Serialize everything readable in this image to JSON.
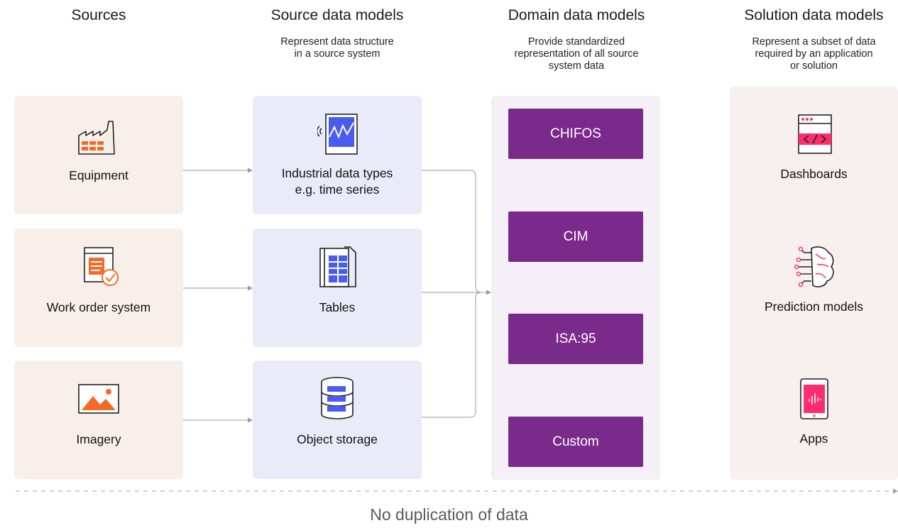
{
  "columns": {
    "sources": {
      "title": "Sources"
    },
    "source_models": {
      "title": "Source data models",
      "description": "Represent data structure\nin a source system"
    },
    "domain_models": {
      "title": "Domain data models",
      "description": "Provide standardized\nrepresentation of all source\nsystem data"
    },
    "solution_models": {
      "title": "Solution data models",
      "description": "Represent a subset of data\nrequired by an application\nor solution"
    }
  },
  "sources": [
    {
      "label": "Equipment",
      "icon": "factory-icon"
    },
    {
      "label": "Work order system",
      "icon": "work-order-icon"
    },
    {
      "label": "Imagery",
      "icon": "image-icon"
    }
  ],
  "source_models": [
    {
      "label": "Industrial data types\ne.g. time series",
      "icon": "time-series-icon"
    },
    {
      "label": "Tables",
      "icon": "table-icon"
    },
    {
      "label": "Object storage",
      "icon": "database-icon"
    }
  ],
  "domain_models": [
    "CHIFOS",
    "CIM",
    "ISA:95",
    "Custom"
  ],
  "solution_models": [
    {
      "label": "Dashboards",
      "icon": "dashboard-code-icon"
    },
    {
      "label": "Prediction models",
      "icon": "brain-icon"
    },
    {
      "label": "Apps",
      "icon": "mobile-app-icon"
    }
  ],
  "footer": "No duplication of data",
  "colors": {
    "orange": "#f46a25",
    "blue": "#4a5cf0",
    "purple": "#7a2a8a",
    "pink": "#ff2d6f"
  }
}
